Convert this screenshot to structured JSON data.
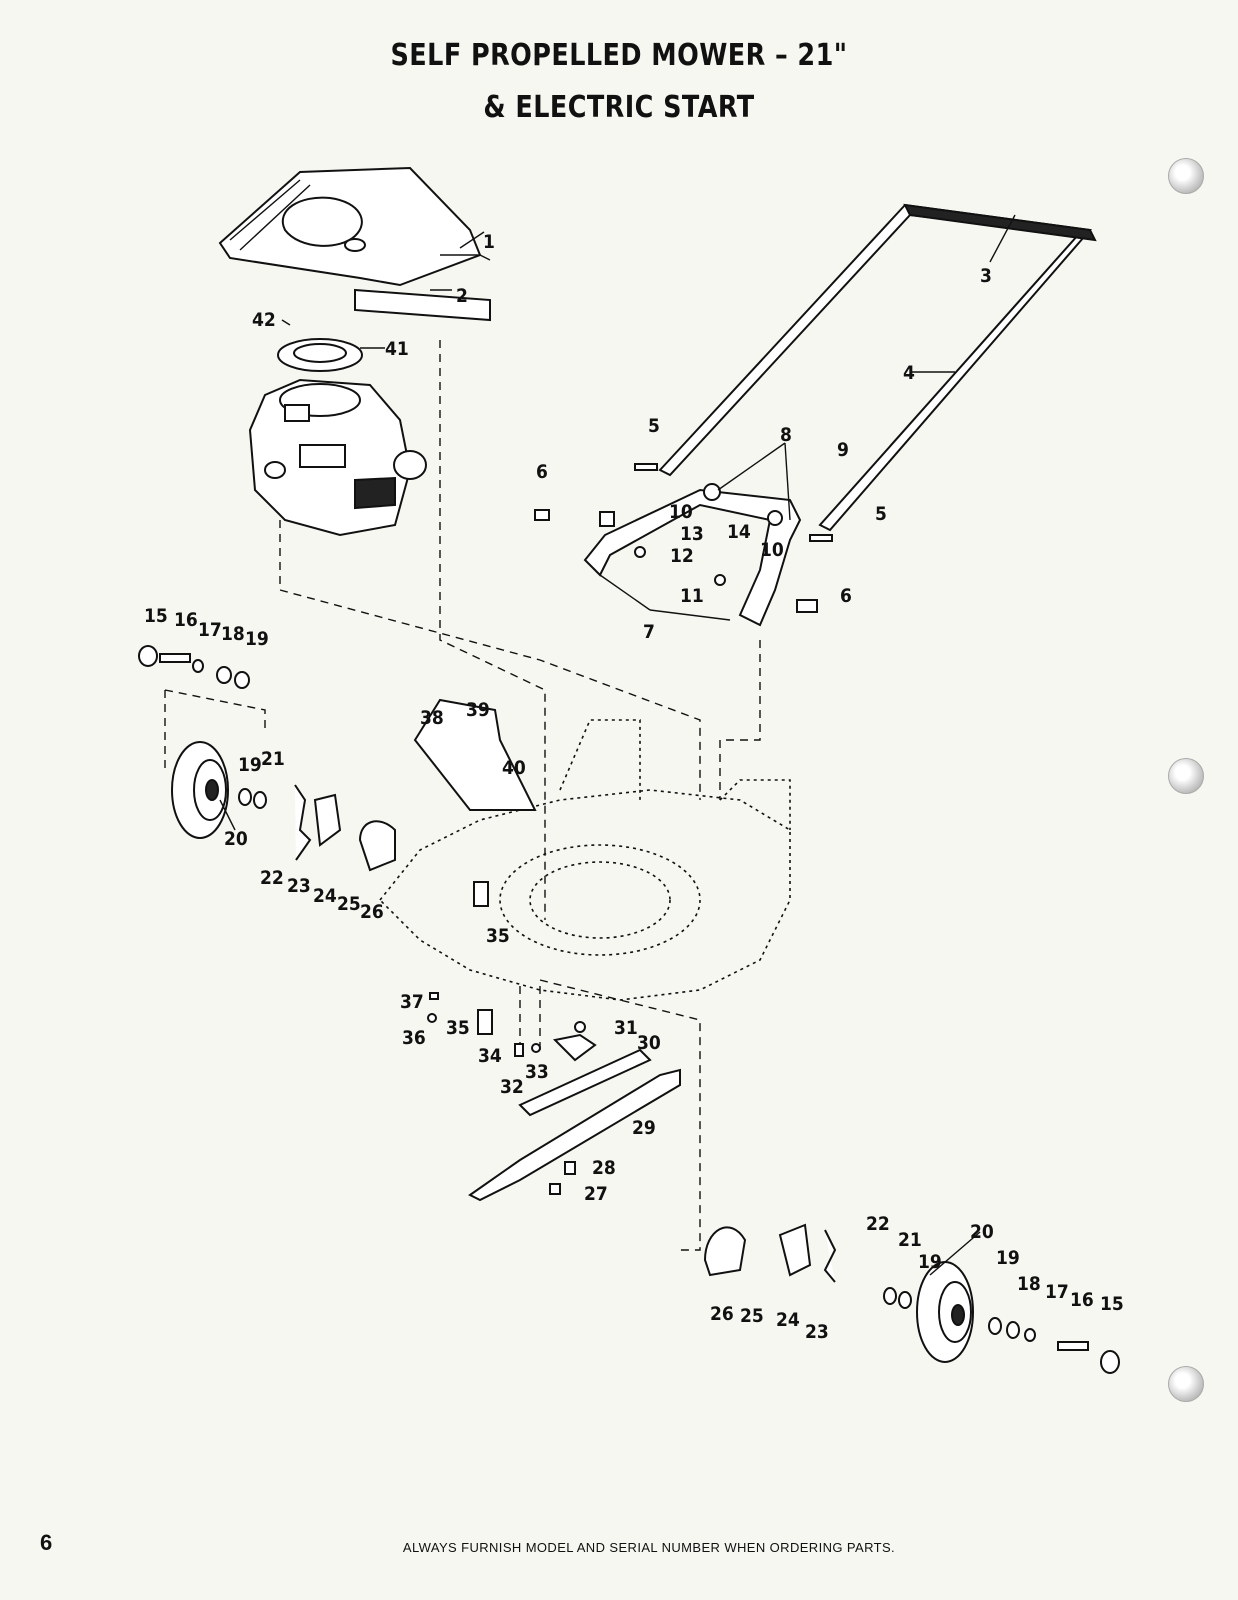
{
  "title": {
    "line1": "SELF PROPELLED MOWER – 21\"",
    "line2": "& ELECTRIC START"
  },
  "page_number": "6",
  "footer_note": "ALWAYS FURNISH MODEL AND SERIAL NUMBER WHEN ORDERING PARTS.",
  "callouts": {
    "c1": "1",
    "c2": "2",
    "c3": "3",
    "c4": "4",
    "c5a": "5",
    "c5b": "5",
    "c6a": "6",
    "c6b": "6",
    "c7": "7",
    "c8": "8",
    "c9": "9",
    "c10a": "10",
    "c10b": "10",
    "c11": "11",
    "c12": "12",
    "c13": "13",
    "c14": "14",
    "c15a": "15",
    "c16a": "16",
    "c17a": "17",
    "c18a": "18",
    "c19a": "19",
    "c19b": "19",
    "c21a": "21",
    "c20a": "20",
    "c22a": "22",
    "c23a": "23",
    "c24a": "24",
    "c25a": "25",
    "c26a": "26",
    "c38": "38",
    "c39": "39",
    "c40": "40",
    "c35a": "35",
    "c35b": "35",
    "c37": "37",
    "c36": "36",
    "c34": "34",
    "c33": "33",
    "c31": "31",
    "c30": "30",
    "c32": "32",
    "c29": "29",
    "c28": "28",
    "c27": "27",
    "c42": "42",
    "c41": "41",
    "c22b": "22",
    "c21b": "21",
    "c20b": "20",
    "c19c": "19",
    "c19d": "19",
    "c18b": "18",
    "c17b": "17",
    "c16b": "16",
    "c15b": "15",
    "c26b": "26",
    "c25b": "25",
    "c24b": "24",
    "c23b": "23"
  }
}
